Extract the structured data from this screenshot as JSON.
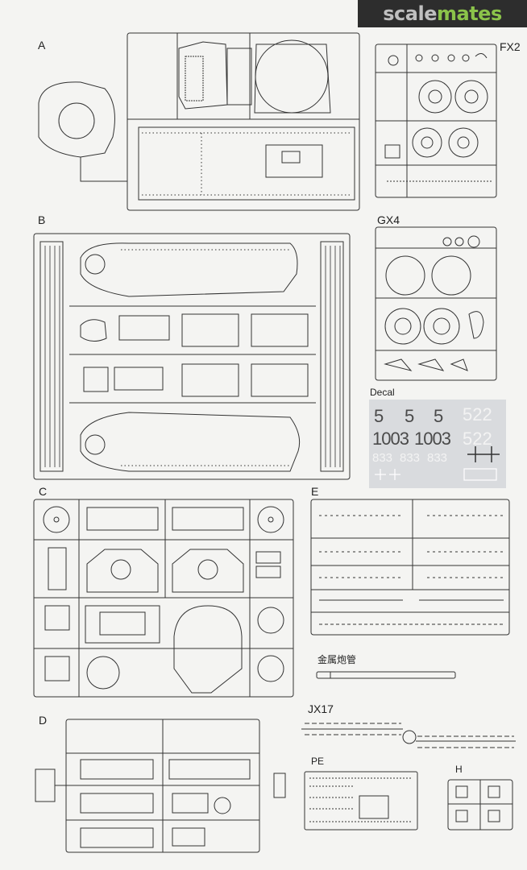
{
  "watermark": {
    "prefix": "scale",
    "suffix": "mates"
  },
  "sprue_labels": {
    "a": "A",
    "b": "B",
    "c": "C",
    "d": "D",
    "e": "E",
    "fx2": "FX2",
    "gx4": "GX4",
    "decal": "Decal",
    "barrel": "金属炮管",
    "jx17": "JX17",
    "pe": "PE",
    "h": "H"
  },
  "decal_sheet": {
    "row1": [
      "5",
      "5",
      "5",
      "522"
    ],
    "row2": [
      "1003",
      "1003",
      "522"
    ],
    "row3": [
      "833",
      "833",
      "833"
    ],
    "cross_count": 2
  },
  "colors": {
    "line": "#333333",
    "paper": "#f4f4f2",
    "decal_bg": "#d9dbde",
    "brand_green": "#8bc34a"
  }
}
